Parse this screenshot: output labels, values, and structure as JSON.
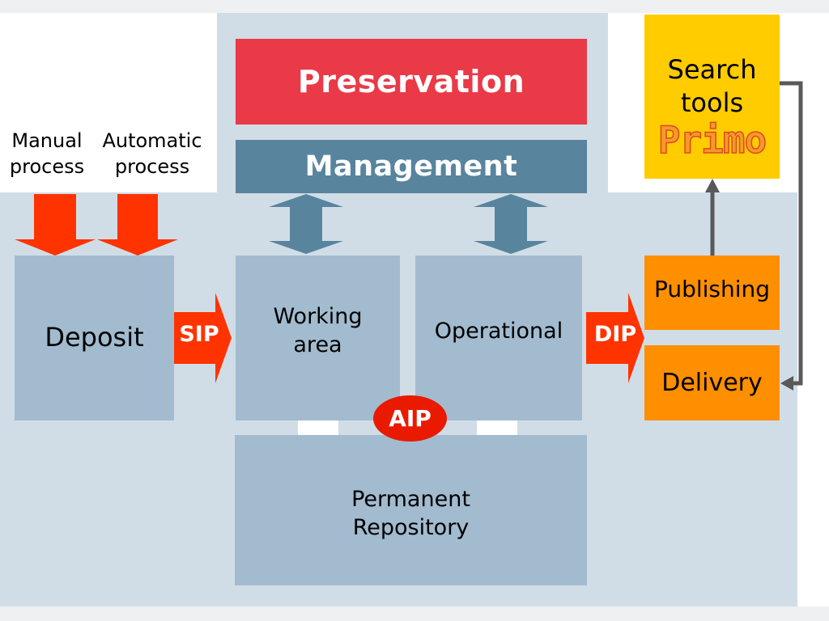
{
  "input": {
    "manual_line1": "Manual",
    "manual_line2": "process",
    "automatic_line1": "Automatic",
    "automatic_line2": "process"
  },
  "boxes": {
    "preservation": "Preservation",
    "management": "Management",
    "deposit": "Deposit",
    "working_line1": "Working",
    "working_line2": "area",
    "operational": "Operational",
    "permanent_line1": "Permanent",
    "permanent_line2": "Repository"
  },
  "flows": {
    "sip": "SIP",
    "dip": "DIP",
    "aip": "AIP"
  },
  "output": {
    "search_line1": "Search",
    "search_line2": "tools",
    "primo": "Primo",
    "publishing": "Publishing",
    "delivery": "Delivery"
  },
  "colors": {
    "preservation": "#ea3947",
    "management": "#58849e",
    "light_box": "#a2bbcf",
    "background": "#d1dde6",
    "arrow_red": "#ff3300",
    "search": "#ffcc00",
    "output_orange": "#fe8f00",
    "connector": "#595959"
  }
}
